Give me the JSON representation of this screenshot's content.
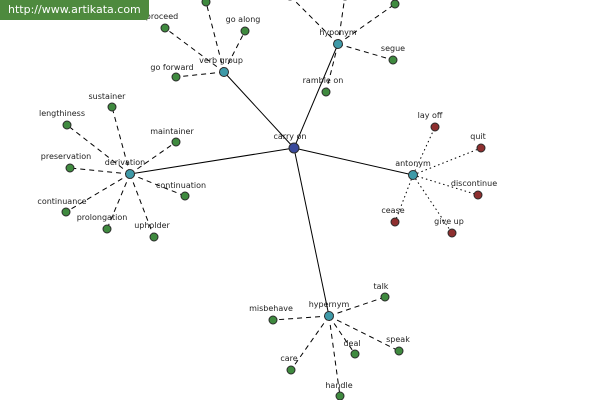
{
  "watermark": {
    "text": "http://www.artikata.com"
  },
  "colors": {
    "center_node": "#3a4a9c",
    "relation_node": "#3f9aa8",
    "synonym_node": "#3f8a3f",
    "antonym_node": "#8e2f2f",
    "edge": "#000000",
    "watermark_bg": "#4e8a3e"
  },
  "graph": {
    "nodes": [
      {
        "id": "carry-on",
        "label": "carry on",
        "kind": "center"
      },
      {
        "id": "verb-group",
        "label": "verb group",
        "kind": "relation"
      },
      {
        "id": "hyponym",
        "label": "hyponym",
        "kind": "relation"
      },
      {
        "id": "derivation",
        "label": "derivation",
        "kind": "relation"
      },
      {
        "id": "antonym",
        "label": "antonym",
        "kind": "relation"
      },
      {
        "id": "hypernym",
        "label": "hypernym",
        "kind": "relation"
      },
      {
        "id": "proceed",
        "label": "proceed",
        "kind": "term"
      },
      {
        "id": "go-along",
        "label": "go along",
        "kind": "term"
      },
      {
        "id": "go-forward",
        "label": "go forward",
        "kind": "term"
      },
      {
        "id": "ramble-on",
        "label": "ramble on",
        "kind": "term"
      },
      {
        "id": "segue",
        "label": "segue",
        "kind": "term"
      },
      {
        "id": "sustainer",
        "label": "sustainer",
        "kind": "term"
      },
      {
        "id": "lengthiness",
        "label": "lengthiness",
        "kind": "term"
      },
      {
        "id": "maintainer",
        "label": "maintainer",
        "kind": "term"
      },
      {
        "id": "preservation",
        "label": "preservation",
        "kind": "term"
      },
      {
        "id": "continuation",
        "label": "continuation",
        "kind": "term"
      },
      {
        "id": "continuance",
        "label": "continuance",
        "kind": "term"
      },
      {
        "id": "prolongation",
        "label": "prolongation",
        "kind": "term"
      },
      {
        "id": "upholder",
        "label": "upholder",
        "kind": "term"
      },
      {
        "id": "lay-off",
        "label": "lay off",
        "kind": "antonym"
      },
      {
        "id": "quit",
        "label": "quit",
        "kind": "antonym"
      },
      {
        "id": "discontinue",
        "label": "discontinue",
        "kind": "antonym"
      },
      {
        "id": "cease",
        "label": "cease",
        "kind": "antonym"
      },
      {
        "id": "give-up",
        "label": "give up",
        "kind": "antonym"
      },
      {
        "id": "talk",
        "label": "talk",
        "kind": "term"
      },
      {
        "id": "misbehave",
        "label": "misbehave",
        "kind": "term"
      },
      {
        "id": "speak",
        "label": "speak",
        "kind": "term"
      },
      {
        "id": "deal",
        "label": "deal",
        "kind": "term"
      },
      {
        "id": "care",
        "label": "care",
        "kind": "term"
      },
      {
        "id": "handle",
        "label": "handle",
        "kind": "term"
      },
      {
        "id": "hyponym-term-1",
        "label": "",
        "kind": "term"
      },
      {
        "id": "hyponym-term-2",
        "label": "",
        "kind": "term"
      },
      {
        "id": "hyponym-term-3",
        "label": "",
        "kind": "term"
      },
      {
        "id": "verb-group-term-1",
        "label": "",
        "kind": "term"
      }
    ],
    "edges": [
      {
        "from": "carry-on",
        "to": "verb-group",
        "style": "solid"
      },
      {
        "from": "carry-on",
        "to": "hyponym",
        "style": "solid"
      },
      {
        "from": "carry-on",
        "to": "derivation",
        "style": "solid"
      },
      {
        "from": "carry-on",
        "to": "antonym",
        "style": "solid"
      },
      {
        "from": "carry-on",
        "to": "hypernym",
        "style": "solid"
      },
      {
        "from": "verb-group",
        "to": "proceed",
        "style": "dashed"
      },
      {
        "from": "verb-group",
        "to": "go-along",
        "style": "dashed"
      },
      {
        "from": "verb-group",
        "to": "go-forward",
        "style": "dashed"
      },
      {
        "from": "verb-group",
        "to": "verb-group-term-1",
        "style": "dashed"
      },
      {
        "from": "hyponym",
        "to": "ramble-on",
        "style": "dashed"
      },
      {
        "from": "hyponym",
        "to": "segue",
        "style": "dashed"
      },
      {
        "from": "hyponym",
        "to": "hyponym-term-1",
        "style": "dashed"
      },
      {
        "from": "hyponym",
        "to": "hyponym-term-2",
        "style": "dashed"
      },
      {
        "from": "hyponym",
        "to": "hyponym-term-3",
        "style": "dashed"
      },
      {
        "from": "derivation",
        "to": "sustainer",
        "style": "dashed"
      },
      {
        "from": "derivation",
        "to": "lengthiness",
        "style": "dashed"
      },
      {
        "from": "derivation",
        "to": "maintainer",
        "style": "dashed"
      },
      {
        "from": "derivation",
        "to": "preservation",
        "style": "dashed"
      },
      {
        "from": "derivation",
        "to": "continuation",
        "style": "dashed"
      },
      {
        "from": "derivation",
        "to": "continuance",
        "style": "dashed"
      },
      {
        "from": "derivation",
        "to": "prolongation",
        "style": "dashed"
      },
      {
        "from": "derivation",
        "to": "upholder",
        "style": "dashed"
      },
      {
        "from": "antonym",
        "to": "lay-off",
        "style": "dotted"
      },
      {
        "from": "antonym",
        "to": "quit",
        "style": "dotted"
      },
      {
        "from": "antonym",
        "to": "discontinue",
        "style": "dotted"
      },
      {
        "from": "antonym",
        "to": "cease",
        "style": "dotted"
      },
      {
        "from": "antonym",
        "to": "give-up",
        "style": "dotted"
      },
      {
        "from": "hypernym",
        "to": "talk",
        "style": "dashed"
      },
      {
        "from": "hypernym",
        "to": "misbehave",
        "style": "dashed"
      },
      {
        "from": "hypernym",
        "to": "speak",
        "style": "dashed"
      },
      {
        "from": "hypernym",
        "to": "deal",
        "style": "dashed"
      },
      {
        "from": "hypernym",
        "to": "care",
        "style": "dashed"
      },
      {
        "from": "hypernym",
        "to": "handle",
        "style": "dashed"
      }
    ]
  }
}
